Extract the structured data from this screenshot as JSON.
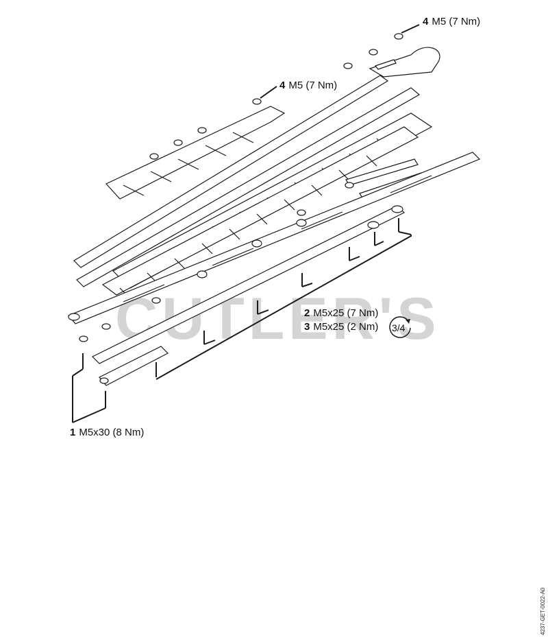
{
  "watermark": "CUTLER'S",
  "doc_id": "4237-GET-0022-A0",
  "callouts": [
    {
      "num": "4",
      "text": "M5 (7 Nm)"
    },
    {
      "num": "4",
      "text": "M5 (7 Nm)"
    },
    {
      "num": "2",
      "text": "M5x25 (7 Nm)"
    },
    {
      "num": "3",
      "text": "M5x25 (2 Nm)"
    },
    {
      "num": "1",
      "text": "M5x30 (8 Nm)"
    }
  ],
  "turn_indicator": "3/4",
  "icons": [
    "rotation-arrow-icon"
  ]
}
